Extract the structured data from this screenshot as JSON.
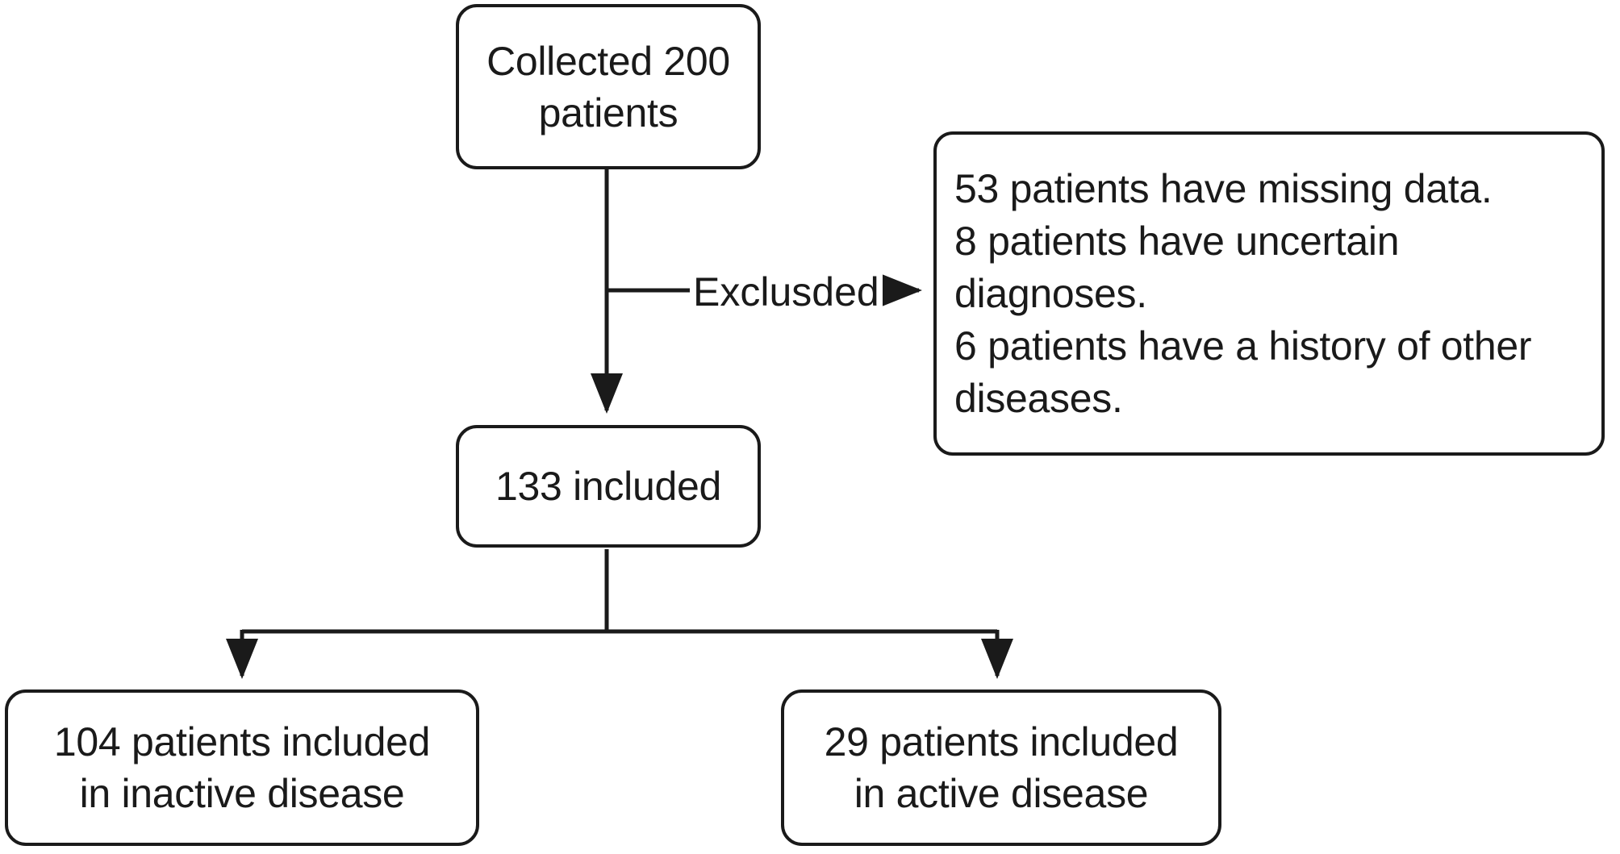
{
  "diagram": {
    "type": "patient-flow-chart",
    "stroke_color": "#1a1a1a",
    "background_color": "#ffffff",
    "nodes": [
      {
        "id": "collected",
        "label": "Collected 200\npatients",
        "count": 200
      },
      {
        "id": "excluded_detail",
        "label": "53 patients have missing data.\n8 patients have uncertain\ndiagnoses.\n6 patients have a history of other\ndiseases.",
        "lines": [
          "53 patients have missing data.",
          "8 patients have uncertain",
          "diagnoses.",
          "6 patients have a history of other",
          "diseases."
        ],
        "reasons": [
          {
            "count": 53,
            "reason": "patients have missing data."
          },
          {
            "count": 8,
            "reason": "patients have uncertain diagnoses."
          },
          {
            "count": 6,
            "reason": "patients have a history of other diseases."
          }
        ]
      },
      {
        "id": "included",
        "label": "133 included",
        "count": 133
      },
      {
        "id": "inactive",
        "label": "104 patients included\nin inactive disease",
        "count": 104
      },
      {
        "id": "active",
        "label": "29 patients included\nin active disease",
        "count": 29
      }
    ],
    "edges": [
      {
        "id": "collected-to-included",
        "from": "collected",
        "to": "included",
        "label": ""
      },
      {
        "id": "collected-to-excluded",
        "from": "collected",
        "to": "excluded_detail",
        "label": "Exclusded"
      },
      {
        "id": "included-to-inactive",
        "from": "included",
        "to": "inactive",
        "label": ""
      },
      {
        "id": "included-to-active",
        "from": "included",
        "to": "active",
        "label": ""
      }
    ],
    "edge_labels": {
      "exclusded": "Exclusded"
    }
  }
}
